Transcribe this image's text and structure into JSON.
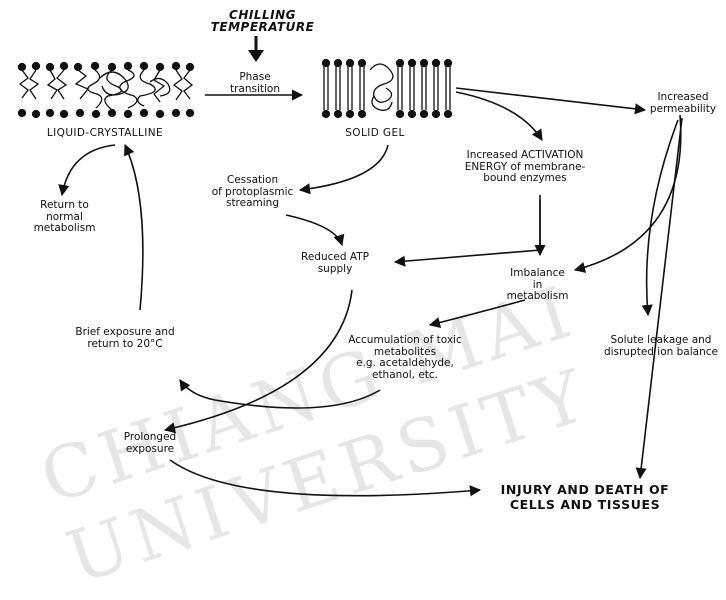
{
  "watermark": {
    "text": "CHIANG MAI UNIVERSITY"
  },
  "diagram": {
    "top_label": "CHILLING TEMPERATURE",
    "liquid_crystalline": "LIQUID-CRYSTALLINE",
    "solid_gel": "SOLID GEL",
    "phase_transition": "Phase\ntransition",
    "increased_permeability": "Increased\npermeability",
    "activation_energy": "Increased ACTIVATION\nENERGY of membrane-\nbound enzymes",
    "cessation": "Cessation\nof protoplasmic\nstreaming",
    "return_normal": "Return to\nnormal\nmetabolism",
    "reduced_atp": "Reduced ATP\nsupply",
    "imbalance": "Imbalance\nin\nmetabolism",
    "brief_exposure": "Brief exposure and\nreturn to 20°C",
    "accumulation": "Accumulation of toxic\nmetabolites\ne.g. acetaldehyde,\nethanol, etc.",
    "solute_leakage": "Solute leakage and\ndisrupted ion balance",
    "prolonged": "Prolonged\nexposure",
    "injury": "INJURY AND DEATH OF\nCELLS AND TISSUES"
  }
}
